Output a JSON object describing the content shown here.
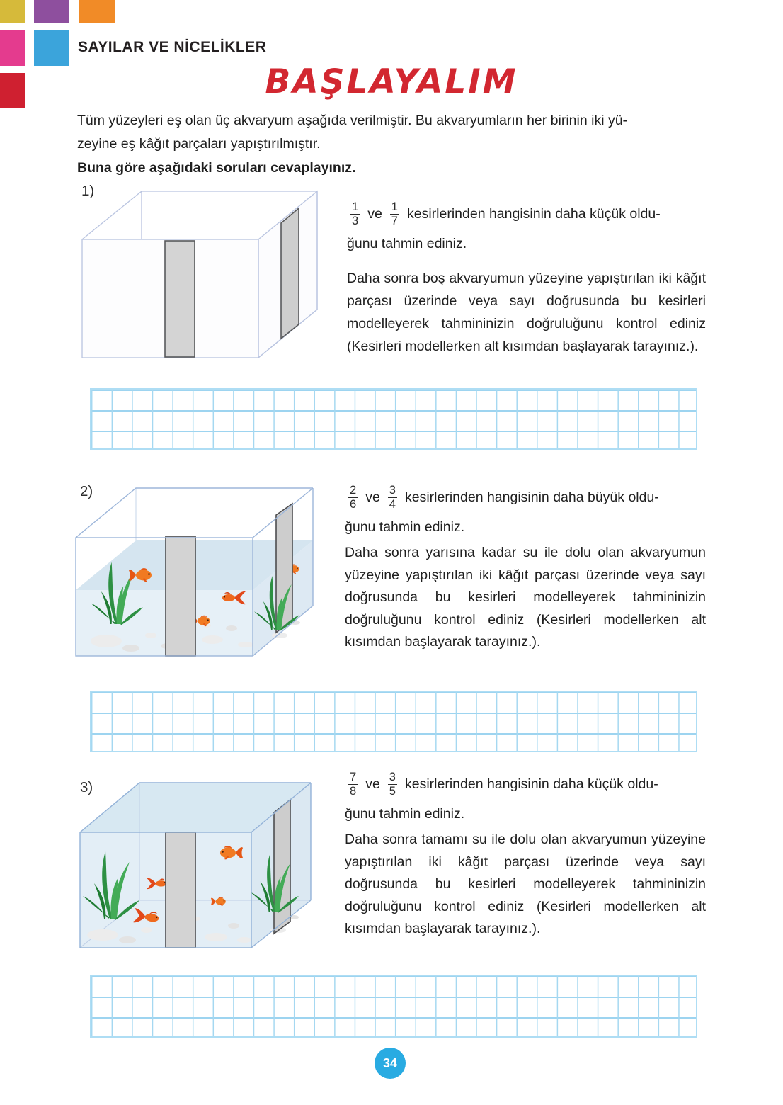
{
  "page": {
    "header": "SAYILAR VE NİCELİKLER",
    "title": "BAŞLAYALIM",
    "intro": {
      "line1": "Tüm yüzeyleri eş olan üç akvaryum aşağıda verilmiştir. Bu akvaryumların her birinin iki yü-",
      "line2": "zeyine eş kâğıt parçaları yapıştırılmıştır.",
      "bold": "Buna göre aşağıdaki soruları cevaplayınız."
    },
    "page_number": "34"
  },
  "questions": [
    {
      "number": "1)",
      "fraction1": {
        "numerator": "1",
        "denominator": "3"
      },
      "conjunction": "ve",
      "fraction2": {
        "numerator": "1",
        "denominator": "7"
      },
      "line1_rest": "kesirlerinden hangisinin daha küçük oldu-",
      "line2": "ğunu tahmin ediniz.",
      "body": "Daha sonra boş akvaryumun yüzeyine yapıştırılan iki kâğıt parçası üzerinde veya sayı doğrusunda bu kesirleri modelleyerek tahmininizin doğruluğunu kontrol ediniz (Kesirleri modellerken alt kısımdan başlayarak tarayınız.).",
      "aquarium_state": "boş akvaryum"
    },
    {
      "number": "2)",
      "fraction1": {
        "numerator": "2",
        "denominator": "6"
      },
      "conjunction": "ve",
      "fraction2": {
        "numerator": "3",
        "denominator": "4"
      },
      "line1_rest": "kesirlerinden hangisinin daha büyük oldu-",
      "line2": "ğunu tahmin ediniz.",
      "body": "Daha sonra yarısına kadar su ile dolu olan akvaryumun yüzeyine yapıştırılan iki kâğıt parçası üzerinde veya sayı doğrusunda bu kesirleri modelleyerek tahmininizin doğruluğunu kontrol ediniz (Kesirleri modellerken alt kısımdan başlayarak tarayınız.).",
      "aquarium_state": "yarısına kadar su dolu akvaryum"
    },
    {
      "number": "3)",
      "fraction1": {
        "numerator": "7",
        "denominator": "8"
      },
      "conjunction": "ve",
      "fraction2": {
        "numerator": "3",
        "denominator": "5"
      },
      "line1_rest": "kesirlerinden hangisinin daha küçük oldu-",
      "line2": "ğunu tahmin ediniz.",
      "body": "Daha sonra tamamı su ile dolu olan akvaryumun yüzeyine yapıştırılan iki kâğıt parçası üzerinde veya sayı doğrusunda bu kesirleri modelleyerek tahmininizin doğruluğunu kontrol ediniz (Kesirleri modellerken alt kısımdan başlayarak tarayınız.).",
      "aquarium_state": "tamamı su dolu akvaryum"
    }
  ],
  "answer_grid": {
    "rows": 3,
    "columns": 30
  },
  "colors": {
    "title_red": "#d22730",
    "page_circle_blue": "#29abe2",
    "grid_line_blue": "#a5d8f1",
    "paper_strip_gray": "#d3d3d3",
    "water_blue": "#e4eff6",
    "fish_orange": "#f17a22",
    "plant_green": "#2d9043",
    "corner_yellow": "#d6ba3a",
    "corner_purple": "#8e4f9e",
    "corner_orange": "#f18b27",
    "corner_pink": "#e43b8e",
    "corner_blue": "#3ba4db",
    "corner_red": "#cf2030"
  }
}
